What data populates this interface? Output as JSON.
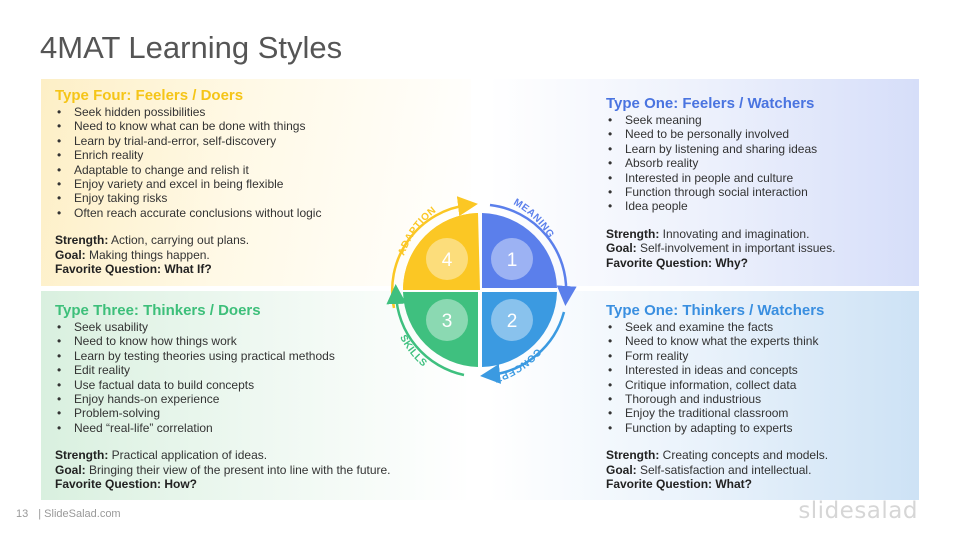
{
  "title": "4MAT Learning Styles",
  "quadrants": {
    "top_left": {
      "heading": "Type Four: Feelers / Doers",
      "items": [
        "Seek hidden possibilities",
        "Need to know what can be done with things",
        "Learn by trial-and-error, self-discovery",
        "Enrich reality",
        "Adaptable to change and relish it",
        "Enjoy variety and excel in being flexible",
        "Enjoy taking risks",
        "Often reach accurate conclusions without logic"
      ],
      "strength_label": "Strength:",
      "strength": " Action, carrying out plans.",
      "goal_label": "Goal:",
      "goal": " Making things happen.",
      "question_label": "Favorite Question:",
      "question": " What If?"
    },
    "bottom_left": {
      "heading": "Type Three: Thinkers / Doers",
      "items": [
        "Seek usability",
        "Need to know how things work",
        "Learn by testing theories using practical methods",
        "Edit reality",
        "Use factual data to build concepts",
        "Enjoy hands-on experience",
        "Problem-solving",
        "Need “real-life” correlation"
      ],
      "strength_label": "Strength:",
      "strength": " Practical application of ideas.",
      "goal_label": "Goal:",
      "goal": " Bringing their view of the present into line with the future.",
      "question_label": "Favorite Question:",
      "question": " How?"
    },
    "top_right": {
      "heading": "Type One: Feelers / Watchers",
      "items": [
        "Seek meaning",
        "Need to be personally involved",
        "Learn by listening and sharing ideas",
        "Absorb reality",
        "Interested in people and culture",
        "Function through social interaction",
        "Idea people"
      ],
      "strength_label": "Strength:",
      "strength": " Innovating and imagination.",
      "goal_label": "Goal:",
      "goal": " Self-involvement in important issues.",
      "question_label": "Favorite Question:",
      "question": " Why?"
    },
    "bottom_right": {
      "heading": "Type One: Thinkers / Watchers",
      "items": [
        "Seek and examine the facts",
        "Need to know what the experts think",
        "Form reality",
        "Interested in ideas and concepts",
        "Critique information, collect data",
        "Thorough and industrious",
        "Enjoy the traditional classroom",
        "Function by adapting to experts"
      ],
      "strength_label": "Strength:",
      "strength": " Creating concepts and models.",
      "goal_label": "Goal:",
      "goal": " Self-satisfaction and intellectual.",
      "question_label": "Favorite Question:",
      "question": " What?"
    }
  },
  "diagram": {
    "labels": {
      "adaption": "ADAPTION",
      "meaning": "MEANING",
      "concepts": "CONCEPTS",
      "skills": "SKILLS"
    },
    "numbers": {
      "one": "1",
      "two": "2",
      "three": "3",
      "four": "4"
    },
    "colors": {
      "yellow": "#FBC724",
      "blue": "#5B7FEB",
      "lightblue": "#3B9AE1",
      "green": "#3FC07F"
    }
  },
  "footer": {
    "page": "13",
    "site": "| SlideSalad.com",
    "brand": "slidesalad"
  }
}
